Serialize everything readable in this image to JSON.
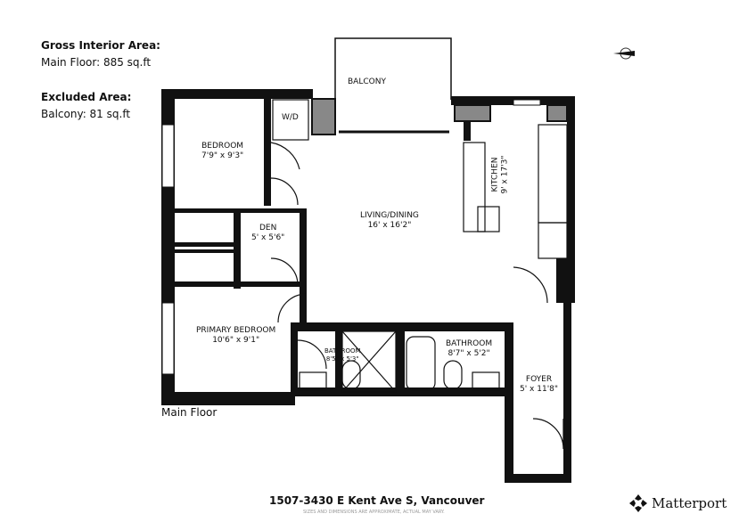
{
  "areas": {
    "gross_heading": "Gross Interior Area:",
    "main_floor": "Main Floor:   885 sq.ft",
    "excluded_heading": "Excluded Area:",
    "balcony": "Balcony:   81 sq.ft"
  },
  "rooms": {
    "balcony": {
      "name": "BALCONY"
    },
    "wd": {
      "name": "W/D"
    },
    "bedroom": {
      "name": "BEDROOM",
      "dims": "7'9\" x 9'3\""
    },
    "den": {
      "name": "DEN",
      "dims": "5' x 5'6\""
    },
    "living": {
      "name": "LIVING/DINING",
      "dims": "16' x 16'2\""
    },
    "kitchen": {
      "name": "KITCHEN",
      "dims": "9' x 17'3\""
    },
    "primary": {
      "name": "PRIMARY BEDROOM",
      "dims": "10'6\" x 9'1\""
    },
    "bath1": {
      "name": "BATHROOM",
      "dims": "8'5\" x 5'3\""
    },
    "bath2": {
      "name": "BATHROOM",
      "dims": "8'7\" x 5'2\""
    },
    "foyer": {
      "name": "FOYER",
      "dims": "5' x 11'8\""
    }
  },
  "floor_label": "Main Floor",
  "address": "1507-3430 E Kent Ave S, Vancouver",
  "disclaimer": "SIZES AND DIMENSIONS ARE APPROXIMATE, ACTUAL MAY VARY.",
  "brand": "Matterport",
  "compass_icon": "north-arrow"
}
